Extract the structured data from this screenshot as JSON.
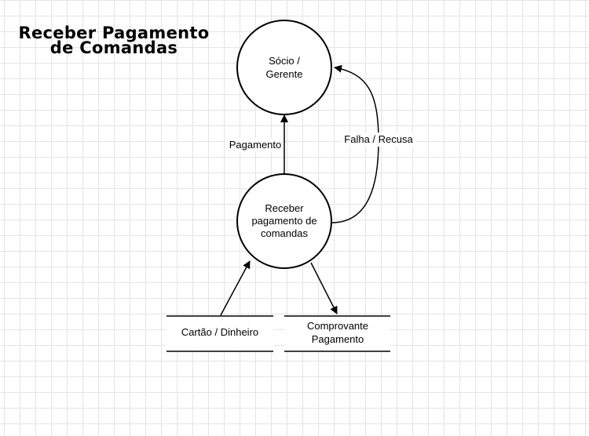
{
  "title": {
    "line1": "Receber Pagamento",
    "line2": "de Comandas"
  },
  "nodes": {
    "socio_gerente": {
      "line1": "Sócio /",
      "line2": "Gerente"
    },
    "receber_pagamento": {
      "line1": "Receber",
      "line2": "pagamento de",
      "line3": "comandas"
    },
    "cartao_dinheiro": {
      "label": "Cartão / Dinheiro"
    },
    "comprovante": {
      "line1": "Comprovante",
      "line2": "Pagamento"
    }
  },
  "edges": {
    "pagamento": {
      "label": "Pagamento"
    },
    "falha_recusa": {
      "label": "Falha / Recusa"
    }
  }
}
